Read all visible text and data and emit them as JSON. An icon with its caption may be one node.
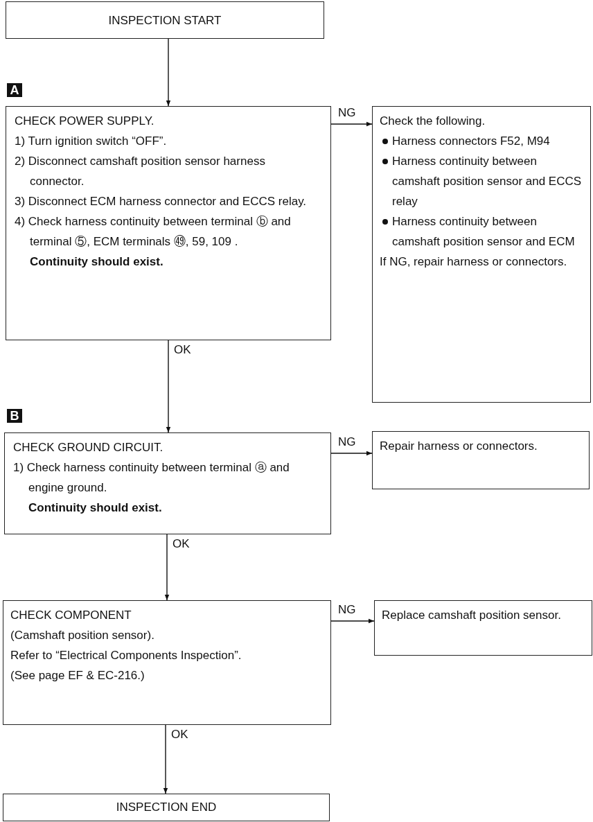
{
  "diagram": {
    "nodes": [
      {
        "text": [
          "INSPECTION START"
        ]
      },
      {
        "text": [
          "CHECK POWER SUPPLY.",
          "1) Turn ignition switch “OFF”.",
          "2) Disconnect camshaft position sensor harness connector.",
          "3) Disconnect ECM harness connector and ECCS relay.",
          "4) Check harness continuity between terminal ⓑ and terminal ⑤, ECM terminals ㊾, 59, 109 .",
          "Continuity should exist."
        ]
      },
      {
        "text": [
          "Check the following.",
          "Harness connectors F52, M94",
          "Harness continuity between camshaft position sensor and ECCS relay",
          "Harness continuity between camshaft position sensor and ECM",
          "If NG, repair harness or connectors."
        ]
      },
      {
        "text": [
          "CHECK GROUND CIRCUIT.",
          "1) Check harness continuity between terminal ⓐ and engine ground.",
          "Continuity should exist."
        ]
      },
      {
        "text": [
          "Repair harness or connectors."
        ]
      },
      {
        "text": [
          "CHECK COMPONENT",
          "(Camshaft position sensor).",
          "Refer to “Electrical Components Inspection”.",
          "(See page EF & EC-216.)"
        ]
      },
      {
        "text": [
          "Replace camshaft position sensor."
        ]
      },
      {
        "text": [
          "INSPECTION END"
        ]
      }
    ],
    "edges": [
      {
        "from": 0,
        "to": 1,
        "arrow": "to"
      },
      {
        "from": 1,
        "to": 2,
        "arrow": "to",
        "label": "NG"
      },
      {
        "from": 1,
        "to": 3,
        "arrow": "to",
        "label": "OK"
      },
      {
        "from": 3,
        "to": 4,
        "arrow": "to",
        "label": "NG"
      },
      {
        "from": 3,
        "to": 5,
        "arrow": "to",
        "label": "OK"
      },
      {
        "from": 5,
        "to": 6,
        "arrow": "to",
        "label": "NG"
      },
      {
        "from": 5,
        "to": 7,
        "arrow": "to",
        "label": "OK"
      }
    ],
    "labels": [
      "A",
      "B"
    ]
  }
}
